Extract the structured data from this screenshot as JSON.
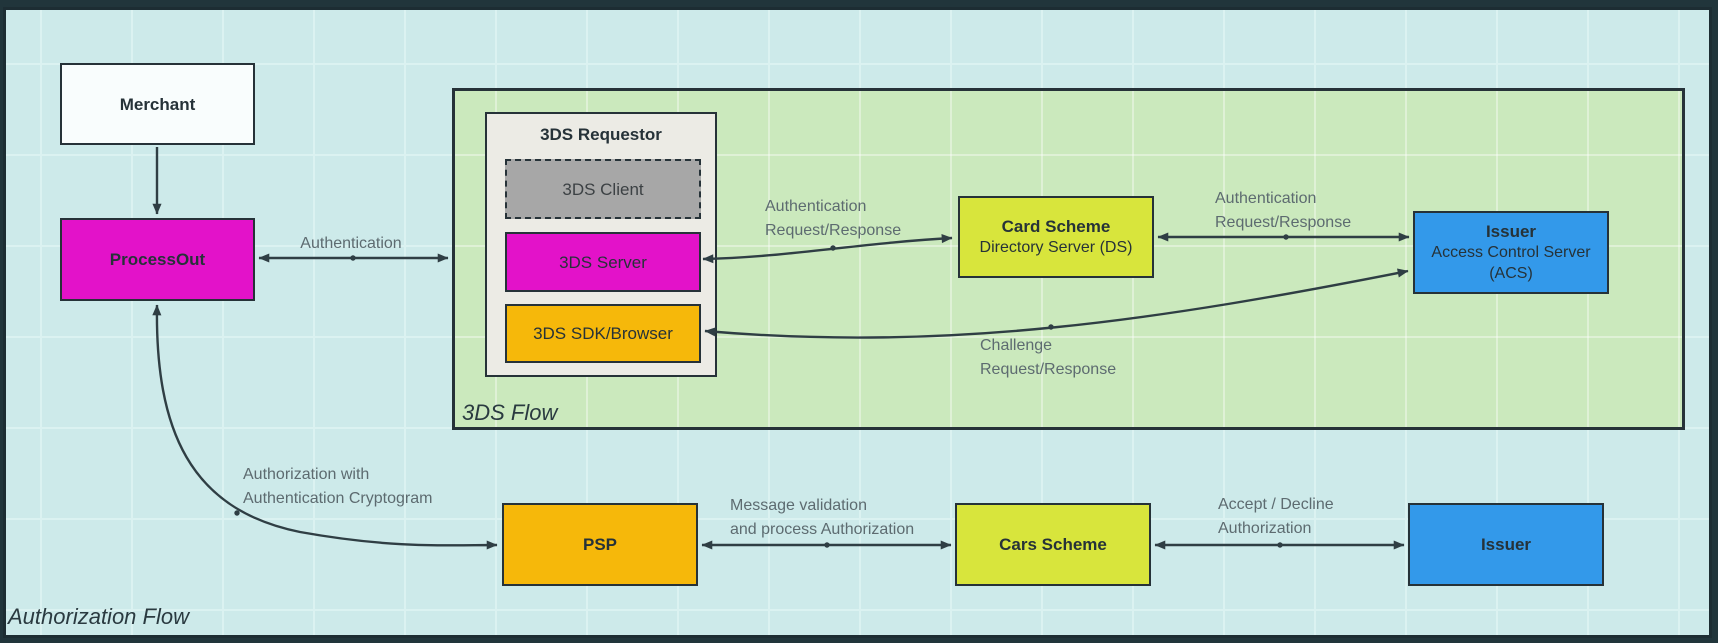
{
  "flows": {
    "three_ds": {
      "label": "3DS Flow"
    },
    "authorization": {
      "label": "Authorization Flow"
    }
  },
  "nodes": {
    "merchant": {
      "label": "Merchant"
    },
    "processout": {
      "label": "ProcessOut"
    },
    "requestor": {
      "title": "3DS Requestor"
    },
    "three_ds_client": {
      "label": "3DS Client"
    },
    "three_ds_server": {
      "label": "3DS Server"
    },
    "three_ds_sdk": {
      "label": "3DS SDK/Browser"
    },
    "card_scheme_ds": {
      "title": "Card Scheme",
      "subtitle": "Directory Server (DS)"
    },
    "issuer_acs": {
      "title": "Issuer",
      "subtitle": "Access Control Server",
      "subtitle2": "(ACS)"
    },
    "psp": {
      "label": "PSP"
    },
    "cars_scheme": {
      "label": "Cars Scheme"
    },
    "issuer": {
      "label": "Issuer"
    }
  },
  "edges": {
    "authentication": {
      "label": "Authentication"
    },
    "auth_req_resp_1": {
      "line1": "Authentication",
      "line2": "Request/Response"
    },
    "auth_req_resp_2": {
      "line1": "Authentication",
      "line2": "Request/Response"
    },
    "challenge": {
      "line1": "Challenge",
      "line2": "Request/Response"
    },
    "authorization_cryptogram": {
      "line1": "Authorization with",
      "line2": "Authentication Cryptogram"
    },
    "message_validation": {
      "line1": "Message validation",
      "line2": "and process Authorization"
    },
    "accept_decline": {
      "line1": "Accept / Decline",
      "line2": "Authorization"
    }
  },
  "colors": {
    "background": "#cdeaea",
    "flow_green": "#cbe9bd",
    "magenta": "#e312c9",
    "orange": "#f6b80a",
    "yellow_green": "#d8e53c",
    "blue": "#3399ea",
    "client_gray": "#a7a7a7",
    "panel_gray": "#ecebe5",
    "merchant_white": "#f9fdfd",
    "stroke": "#2f3e44",
    "edge_label_text": "#5d6b70"
  }
}
